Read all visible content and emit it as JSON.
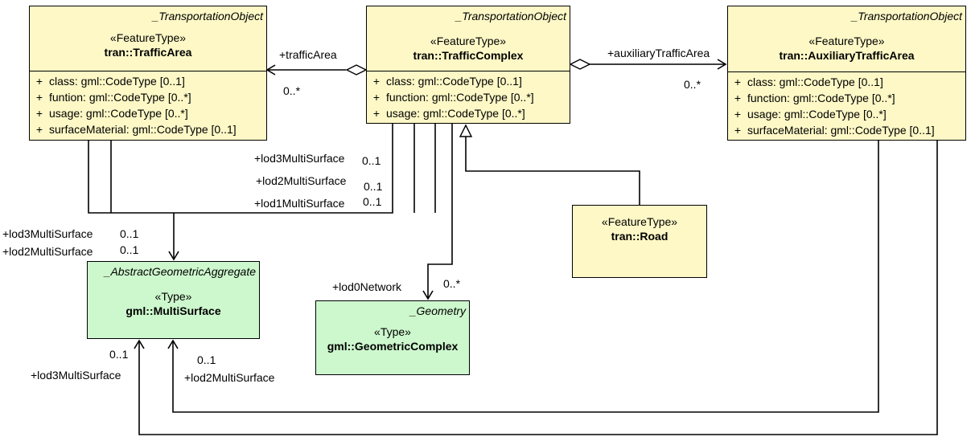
{
  "classes": {
    "traffic_area": {
      "parent": "_TransportationObject",
      "stereotype": "«FeatureType»",
      "name": "tran::TrafficArea",
      "attributes": [
        {
          "vis": "+",
          "text": "class: gml::CodeType [0..1]"
        },
        {
          "vis": "+",
          "text": "funtion: gml::CodeType [0..*]"
        },
        {
          "vis": "+",
          "text": "usage: gml::CodeType [0..*]"
        },
        {
          "vis": "+",
          "text": "surfaceMaterial: gml::CodeType [0..1]"
        }
      ]
    },
    "traffic_complex": {
      "parent": "_TransportationObject",
      "stereotype": "«FeatureType»",
      "name": "tran::TrafficComplex",
      "attributes": [
        {
          "vis": "+",
          "text": "class: gml::CodeType [0..1]"
        },
        {
          "vis": "+",
          "text": "function: gml::CodeType [0..*]"
        },
        {
          "vis": "+",
          "text": "usage: gml::CodeType [0..*]"
        }
      ]
    },
    "auxiliary_traffic_area": {
      "parent": "_TransportationObject",
      "stereotype": "«FeatureType»",
      "name": "tran::AuxiliaryTrafficArea",
      "attributes": [
        {
          "vis": "+",
          "text": "class: gml::CodeType [0..1]"
        },
        {
          "vis": "+",
          "text": "function: gml::CodeType [0..*]"
        },
        {
          "vis": "+",
          "text": "usage: gml::CodeType [0..*]"
        },
        {
          "vis": "+",
          "text": "surfaceMaterial: gml::CodeType [0..1]"
        }
      ]
    },
    "road": {
      "stereotype": "«FeatureType»",
      "name": "tran::Road"
    },
    "multi_surface": {
      "parent": "_AbstractGeometricAggregate",
      "stereotype": "«Type»",
      "name": "gml::MultiSurface"
    },
    "geometric_complex": {
      "parent": "_Geometry",
      "stereotype": "«Type»",
      "name": "gml::GeometricComplex"
    }
  },
  "labels": {
    "traffic_area_role": "+trafficArea",
    "traffic_area_mult": "0..*",
    "aux_role": "+auxiliaryTrafficArea",
    "aux_mult": "0..*",
    "tc_lod3": "+lod3MultiSurface",
    "tc_lod3_mult": "0..1",
    "tc_lod2": "+lod2MultiSurface",
    "tc_lod2_mult": "0..1",
    "tc_lod1": "+lod1MultiSurface",
    "tc_lod1_mult": "0..1",
    "ta_lod3": "+lod3MultiSurface",
    "ta_lod3_mult": "0..1",
    "ta_lod2": "+lod2MultiSurface",
    "ta_lod2_mult": "0..1",
    "lod0_role": "+lod0Network",
    "lod0_mult": "0..*",
    "ata_lod3_mult": "0..1",
    "ata_lod3": "+lod3MultiSurface",
    "ata_lod2_mult": "0..1",
    "ata_lod2": "+lod2MultiSurface"
  }
}
